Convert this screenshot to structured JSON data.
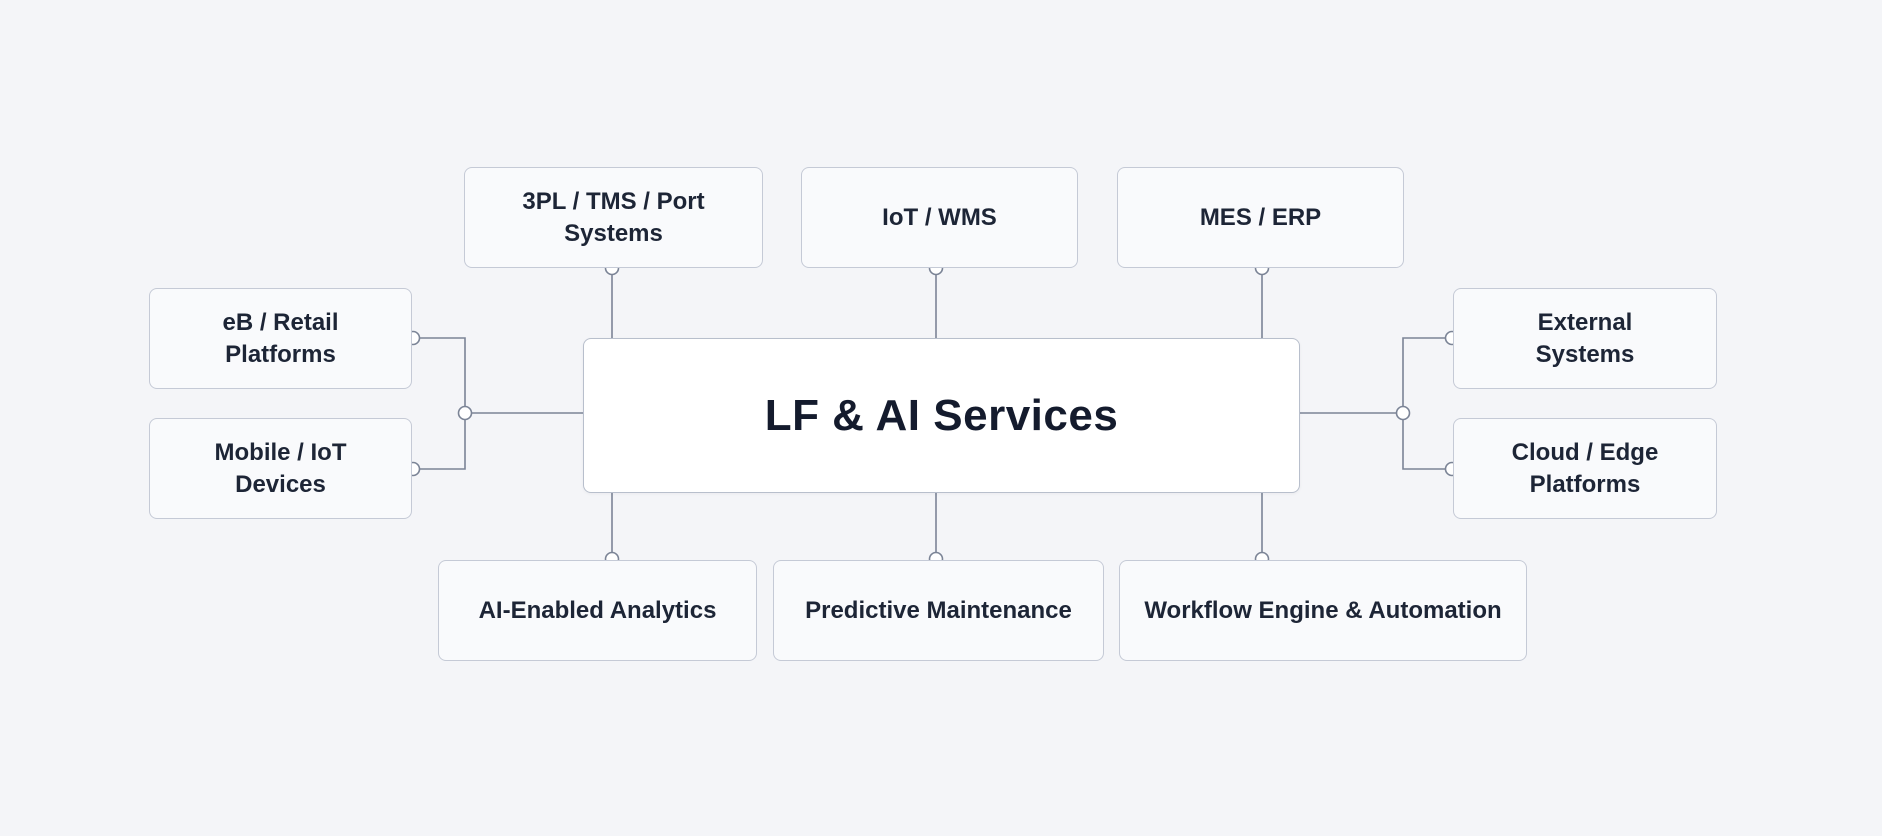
{
  "hub": {
    "title": "LF & AI Services"
  },
  "top_nodes": [
    {
      "label": "3PL / TMS / Port Systems"
    },
    {
      "label": "IoT / WMS"
    },
    {
      "label": "MES / ERP"
    }
  ],
  "left_nodes": [
    {
      "label": "eB / Retail Platforms"
    },
    {
      "label": "Mobile / IoT Devices"
    }
  ],
  "right_nodes": [
    {
      "label": "External Systems"
    },
    {
      "label": "Cloud / Edge Platforms"
    }
  ],
  "bottom_nodes": [
    {
      "label": "AI-Enabled Analytics"
    },
    {
      "label": "Predictive Maintenance"
    },
    {
      "label": "Workflow Engine & Automation"
    }
  ],
  "colors": {
    "background": "#f4f5f8",
    "connector": "#7b8496",
    "node_border": "#c5cad6",
    "text": "#1d2536"
  }
}
